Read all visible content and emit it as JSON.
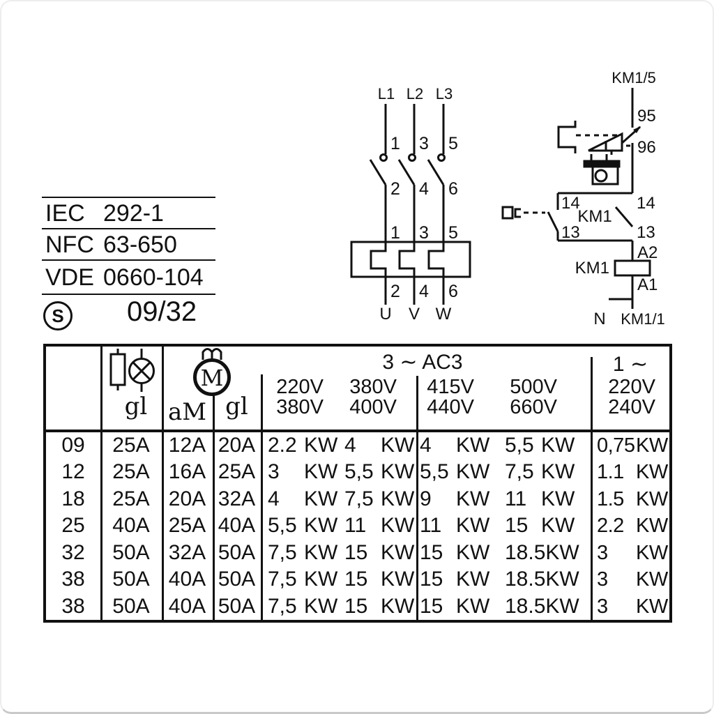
{
  "standards": {
    "rows": [
      {
        "org": "IEC",
        "code": "292-1"
      },
      {
        "org": "NFC",
        "code": "63-650"
      },
      {
        "org": "VDE",
        "code": "0660-104"
      }
    ],
    "s_symbol": "S",
    "s_value": "09/32"
  },
  "power": {
    "phases": [
      "L1",
      "L2",
      "L3"
    ],
    "pole_top": [
      "1",
      "3",
      "5"
    ],
    "pole_bottom": [
      "2",
      "4",
      "6"
    ],
    "overload_top": [
      "1",
      "3",
      "5"
    ],
    "overload_bottom": [
      "2",
      "4",
      "6"
    ],
    "outputs": [
      "U",
      "V",
      "W"
    ]
  },
  "control": {
    "top_label": "KM1/5",
    "nc_contact_top": "95",
    "nc_contact_bottom": "96",
    "left_branch_top": "14",
    "left_branch_bottom": "13",
    "right_branch_top": "14",
    "right_branch_bottom": "13",
    "aux_contact_label": "KM1",
    "coil_label": "KM1",
    "coil_top": "A2",
    "coil_bottom": "A1",
    "neutral_label": "N",
    "bottom_label": "KM1/1"
  },
  "table": {
    "motor_letter": "M",
    "fuse_gl_label": "gl",
    "motor_am_label": "aM",
    "motor_gl_label": "gl",
    "group3_title": "3 ∼ AC3",
    "group1_title": "1 ∼",
    "voltage_cols": [
      {
        "line1": "220V",
        "line2": "380V"
      },
      {
        "line1": "380V",
        "line2": "400V"
      },
      {
        "line1": "415V",
        "line2": "440V"
      },
      {
        "line1": "500V",
        "line2": "660V"
      },
      {
        "line1": "220V",
        "line2": "240V"
      }
    ],
    "rows": [
      {
        "id": "09",
        "gl": "25A",
        "am": "12A",
        "gl2": "20A",
        "kw": [
          {
            "n": "2.2",
            "u": "KW"
          },
          {
            "n": "4",
            "u": "KW"
          },
          {
            "n": "4",
            "u": "KW"
          },
          {
            "n": "5,5",
            "u": "KW"
          },
          {
            "n": "0,75",
            "u": "KW"
          }
        ]
      },
      {
        "id": "12",
        "gl": "25A",
        "am": "16A",
        "gl2": "25A",
        "kw": [
          {
            "n": "3",
            "u": "KW"
          },
          {
            "n": "5,5",
            "u": "KW"
          },
          {
            "n": "5,5",
            "u": "KW"
          },
          {
            "n": "7,5",
            "u": "KW"
          },
          {
            "n": "1.1",
            "u": "KW"
          }
        ]
      },
      {
        "id": "18",
        "gl": "25A",
        "am": "20A",
        "gl2": "32A",
        "kw": [
          {
            "n": "4",
            "u": "KW"
          },
          {
            "n": "7,5",
            "u": "KW"
          },
          {
            "n": "9",
            "u": "KW"
          },
          {
            "n": "11",
            "u": "KW"
          },
          {
            "n": "1.5",
            "u": "KW"
          }
        ]
      },
      {
        "id": "25",
        "gl": "40A",
        "am": "25A",
        "gl2": "40A",
        "kw": [
          {
            "n": "5,5",
            "u": "KW"
          },
          {
            "n": "11",
            "u": "KW"
          },
          {
            "n": "11",
            "u": "KW"
          },
          {
            "n": "15",
            "u": "KW"
          },
          {
            "n": "2.2",
            "u": "KW"
          }
        ]
      },
      {
        "id": "32",
        "gl": "50A",
        "am": "32A",
        "gl2": "50A",
        "kw": [
          {
            "n": "7,5",
            "u": "KW"
          },
          {
            "n": "15",
            "u": "KW"
          },
          {
            "n": "15",
            "u": "KW"
          },
          {
            "n": "18.5",
            "u": "KW"
          },
          {
            "n": "3",
            "u": "KW"
          }
        ]
      },
      {
        "id": "38",
        "gl": "50A",
        "am": "40A",
        "gl2": "50A",
        "kw": [
          {
            "n": "7,5",
            "u": "KW"
          },
          {
            "n": "15",
            "u": "KW"
          },
          {
            "n": "15",
            "u": "KW"
          },
          {
            "n": "18.5",
            "u": "KW"
          },
          {
            "n": "3",
            "u": "KW"
          }
        ]
      },
      {
        "id": "38",
        "gl": "50A",
        "am": "40A",
        "gl2": "50A",
        "kw": [
          {
            "n": "7,5",
            "u": "KW"
          },
          {
            "n": "15",
            "u": "KW"
          },
          {
            "n": "15",
            "u": "KW"
          },
          {
            "n": "18.5",
            "u": "KW"
          },
          {
            "n": "3",
            "u": "KW"
          }
        ]
      }
    ]
  }
}
